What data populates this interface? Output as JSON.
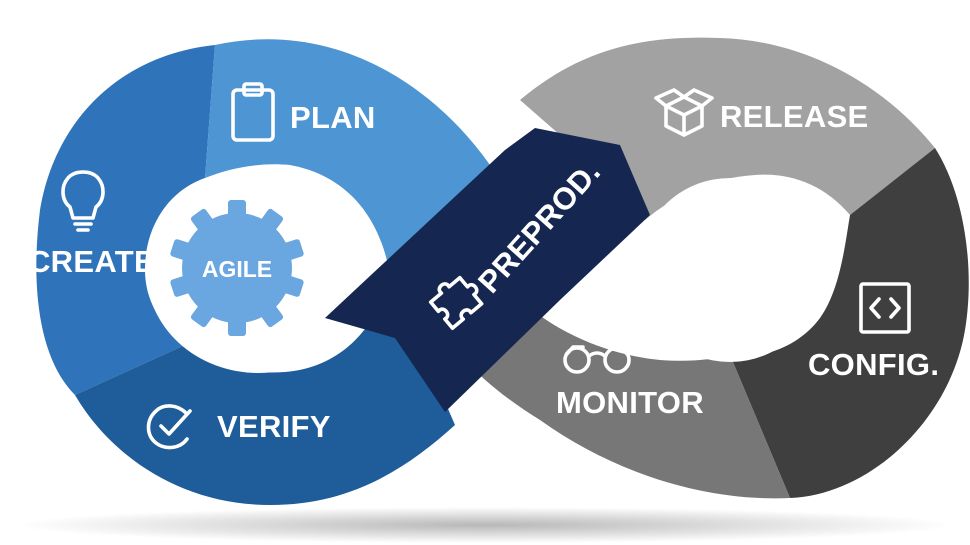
{
  "diagram": {
    "hub_label": "AGILE",
    "stages": {
      "plan": "PLAN",
      "create": "CREATE",
      "verify": "VERIFY",
      "preprod": "PREPROD.",
      "release": "RELEASE",
      "config": "CONFIG.",
      "monitor": "MONITOR"
    },
    "colors": {
      "plan": "#4d95d3",
      "create": "#2f73ba",
      "verify": "#1f5c9a",
      "preprod": "#152650",
      "release": "#a2a2a2",
      "monitor": "#777777",
      "config": "#3f3f3f",
      "hub": "#6aa6df"
    }
  }
}
